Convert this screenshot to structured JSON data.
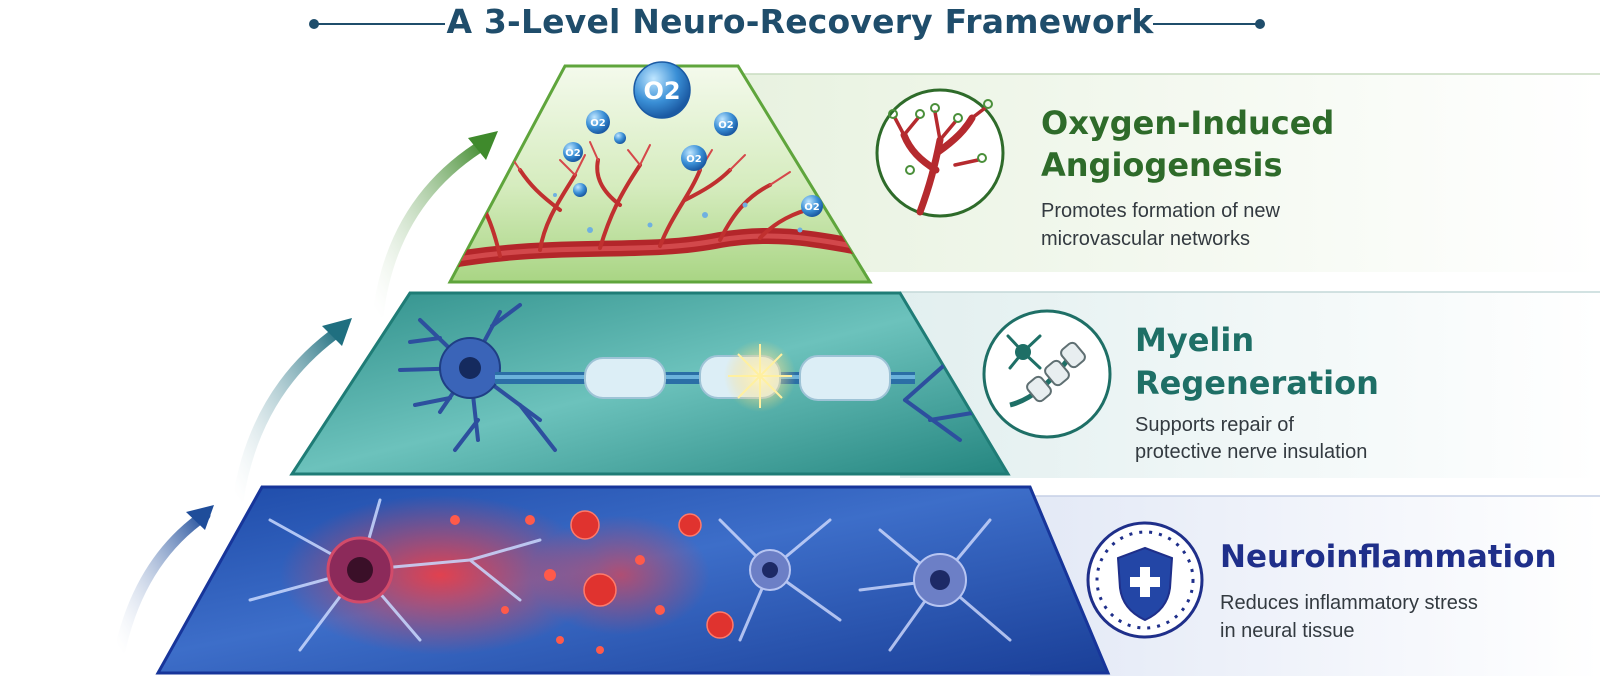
{
  "header": {
    "subtitle": "A 3-Level Neuro-Recovery Framework"
  },
  "levels": [
    {
      "level": 3,
      "title_line1": "Oxygen-Induced",
      "title_line2": "Angiogenesis",
      "desc_line1": "Promotes formation of new",
      "desc_line2": "microvascular networks",
      "icon": "blood-vessel-icon",
      "color": "#2e6b2a",
      "o2_label": "O2"
    },
    {
      "level": 2,
      "title_line1": "Myelin",
      "title_line2": "Regeneration",
      "desc_line1": "Supports repair of",
      "desc_line2": "protective nerve insulation",
      "icon": "myelinated-axon-icon",
      "color": "#1e6f66"
    },
    {
      "level": 1,
      "title_line1": "Neuroinflammation",
      "desc_line1": "Reduces inflammatory stress",
      "desc_line2": "in neural tissue",
      "icon": "shield-cross-icon",
      "color": "#1f2f8a"
    }
  ]
}
